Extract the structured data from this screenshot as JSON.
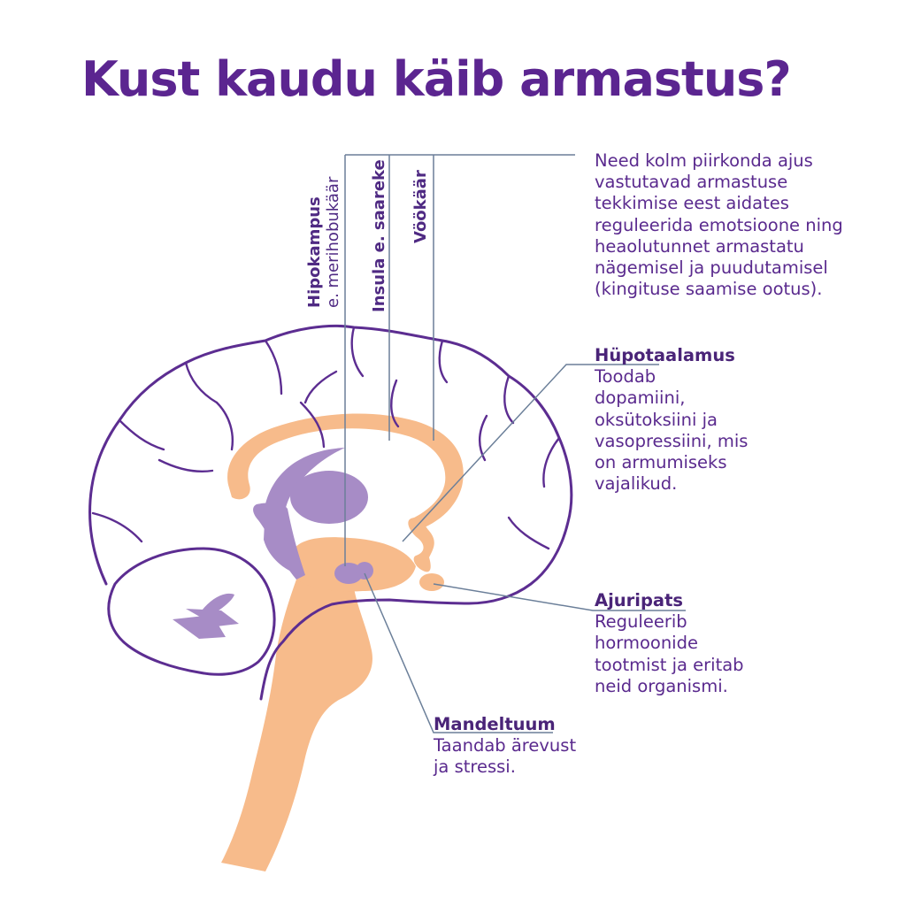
{
  "title": "Kust kaudu käib armastus?",
  "labels": {
    "hipokampus": {
      "line1": "Hipokampus",
      "line2": "e. merihobukäär"
    },
    "insula": "Insula e. saareke",
    "vookaar": "Vöökäär"
  },
  "intro": {
    "lines": [
      "Need kolm piirkonda ajus",
      "vastutavad armastuse",
      "tekkimise eest aidates",
      "reguleerida emotsioone ning",
      "heaolutunnet armastatu",
      "nägemisel ja puudutamisel",
      "(kingituse saamise ootus)."
    ]
  },
  "hypothalamus": {
    "name": "Hüpotaalamus",
    "lines": [
      "Toodab",
      "dopamiini,",
      "oksütoksiini ja",
      "vasopressiini, mis",
      "on armumiseks",
      "vajalikud."
    ]
  },
  "pituitary": {
    "name": "Ajuripats",
    "lines": [
      "Reguleerib",
      "hormoonide",
      "tootmist ja eritab",
      "neid organismi."
    ]
  },
  "amygdala": {
    "name": "Mandeltuum",
    "lines": [
      "Taandab ärevust",
      "ja stressi."
    ]
  },
  "colors": {
    "purple_dark": "#5b2590",
    "purple_outline": "#5c2d91",
    "purple_fill": "#a78cc6",
    "orange_fill": "#f7bb8b",
    "leader_line": "#6b7f99"
  }
}
